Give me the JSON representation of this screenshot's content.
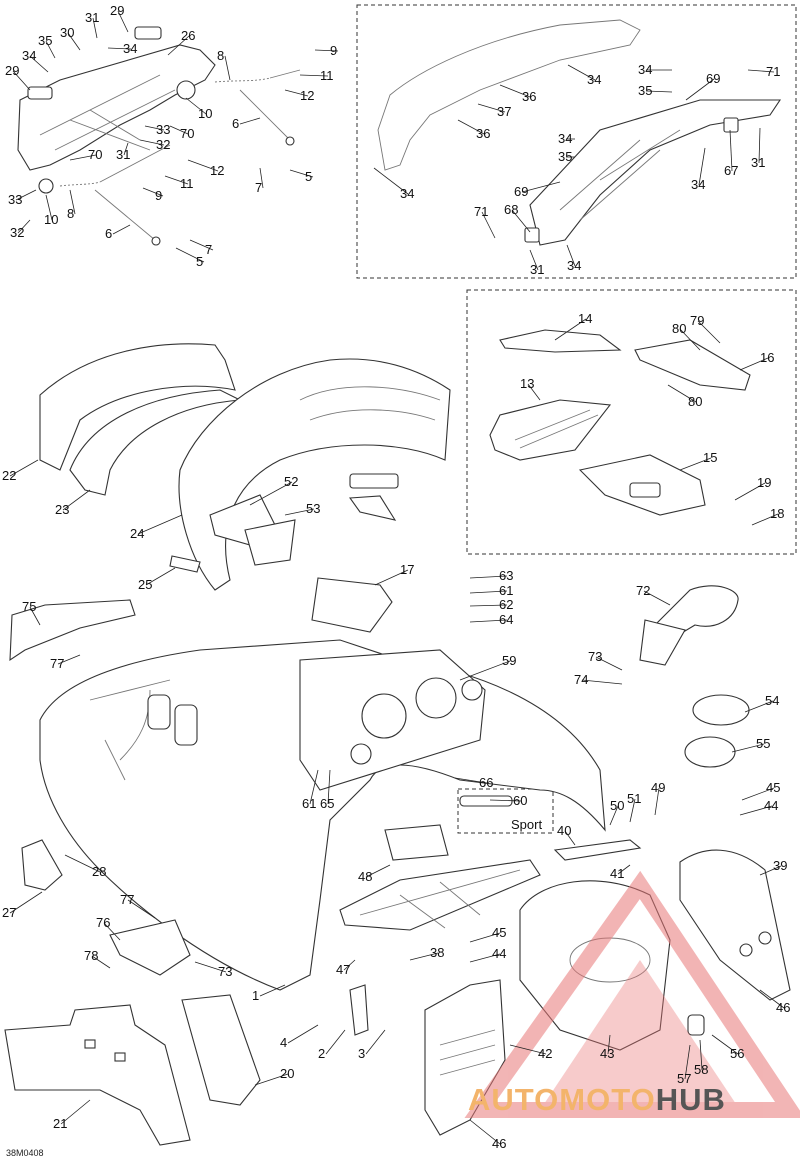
{
  "diagram_code": "38M0408",
  "watermark": {
    "part1": "AUTOMOTO",
    "part2": "HUB",
    "colors": {
      "triangle": "#e87878",
      "text1": "#f3b46b",
      "text2": "#555555"
    }
  },
  "sport_label": "Sport",
  "callouts": [
    {
      "id": "c29a",
      "text": "29"
    },
    {
      "id": "c31a",
      "text": "31"
    },
    {
      "id": "c30",
      "text": "30"
    },
    {
      "id": "c35a",
      "text": "35"
    },
    {
      "id": "c34a",
      "text": "34"
    },
    {
      "id": "c34b",
      "text": "34"
    },
    {
      "id": "c26",
      "text": "26"
    },
    {
      "id": "c8a",
      "text": "8"
    },
    {
      "id": "c9a",
      "text": "9"
    },
    {
      "id": "c11a",
      "text": "11"
    },
    {
      "id": "c12a",
      "text": "12"
    },
    {
      "id": "c29b",
      "text": "29"
    },
    {
      "id": "c10a",
      "text": "10"
    },
    {
      "id": "c70a",
      "text": "70"
    },
    {
      "id": "c6a",
      "text": "6"
    },
    {
      "id": "c33a",
      "text": "33"
    },
    {
      "id": "c32a",
      "text": "32"
    },
    {
      "id": "c31b",
      "text": "31"
    },
    {
      "id": "c70b",
      "text": "70"
    },
    {
      "id": "c12b",
      "text": "12"
    },
    {
      "id": "c11b",
      "text": "11"
    },
    {
      "id": "c9b",
      "text": "9"
    },
    {
      "id": "c5a",
      "text": "5"
    },
    {
      "id": "c7a",
      "text": "7"
    },
    {
      "id": "c33b",
      "text": "33"
    },
    {
      "id": "c10b",
      "text": "10"
    },
    {
      "id": "c8b",
      "text": "8"
    },
    {
      "id": "c32b",
      "text": "32"
    },
    {
      "id": "c6b",
      "text": "6"
    },
    {
      "id": "c7b",
      "text": "7"
    },
    {
      "id": "c5b",
      "text": "5"
    },
    {
      "id": "c34c",
      "text": "34"
    },
    {
      "id": "c36a",
      "text": "36"
    },
    {
      "id": "c37",
      "text": "37"
    },
    {
      "id": "c36b",
      "text": "36"
    },
    {
      "id": "c34d",
      "text": "34"
    },
    {
      "id": "c34e",
      "text": "34"
    },
    {
      "id": "c35b",
      "text": "35"
    },
    {
      "id": "c69a",
      "text": "69"
    },
    {
      "id": "c71a",
      "text": "71"
    },
    {
      "id": "c34f",
      "text": "34"
    },
    {
      "id": "c35c",
      "text": "35"
    },
    {
      "id": "c34g",
      "text": "34"
    },
    {
      "id": "c67",
      "text": "67"
    },
    {
      "id": "c31c",
      "text": "31"
    },
    {
      "id": "c69b",
      "text": "69"
    },
    {
      "id": "c34h",
      "text": "34"
    },
    {
      "id": "c71b",
      "text": "71"
    },
    {
      "id": "c68",
      "text": "68"
    },
    {
      "id": "c31d",
      "text": "31"
    },
    {
      "id": "c34i",
      "text": "34"
    },
    {
      "id": "c14",
      "text": "14"
    },
    {
      "id": "c80a",
      "text": "80"
    },
    {
      "id": "c79",
      "text": "79"
    },
    {
      "id": "c16",
      "text": "16"
    },
    {
      "id": "c13",
      "text": "13"
    },
    {
      "id": "c80b",
      "text": "80"
    },
    {
      "id": "c15",
      "text": "15"
    },
    {
      "id": "c19",
      "text": "19"
    },
    {
      "id": "c18",
      "text": "18"
    },
    {
      "id": "c22",
      "text": "22"
    },
    {
      "id": "c23",
      "text": "23"
    },
    {
      "id": "c52",
      "text": "52"
    },
    {
      "id": "c53",
      "text": "53"
    },
    {
      "id": "c24",
      "text": "24"
    },
    {
      "id": "c25",
      "text": "25"
    },
    {
      "id": "c17",
      "text": "17"
    },
    {
      "id": "c63",
      "text": "63"
    },
    {
      "id": "c61a",
      "text": "61"
    },
    {
      "id": "c62",
      "text": "62"
    },
    {
      "id": "c64",
      "text": "64"
    },
    {
      "id": "c72",
      "text": "72"
    },
    {
      "id": "c75",
      "text": "75"
    },
    {
      "id": "c77a",
      "text": "77"
    },
    {
      "id": "c59",
      "text": "59"
    },
    {
      "id": "c73a",
      "text": "73"
    },
    {
      "id": "c74",
      "text": "74"
    },
    {
      "id": "c54",
      "text": "54"
    },
    {
      "id": "c55",
      "text": "55"
    },
    {
      "id": "c66",
      "text": "66"
    },
    {
      "id": "c61b",
      "text": "61"
    },
    {
      "id": "c65",
      "text": "65"
    },
    {
      "id": "c60",
      "text": "60"
    },
    {
      "id": "c45a",
      "text": "45"
    },
    {
      "id": "c44a",
      "text": "44"
    },
    {
      "id": "c49",
      "text": "49"
    },
    {
      "id": "c51",
      "text": "51"
    },
    {
      "id": "c50",
      "text": "50"
    },
    {
      "id": "c40",
      "text": "40"
    },
    {
      "id": "c41",
      "text": "41"
    },
    {
      "id": "c39",
      "text": "39"
    },
    {
      "id": "c28",
      "text": "28"
    },
    {
      "id": "c27",
      "text": "27"
    },
    {
      "id": "c48",
      "text": "48"
    },
    {
      "id": "c77b",
      "text": "77"
    },
    {
      "id": "c76",
      "text": "76"
    },
    {
      "id": "c78",
      "text": "78"
    },
    {
      "id": "c73b",
      "text": "73"
    },
    {
      "id": "c47",
      "text": "47"
    },
    {
      "id": "c38",
      "text": "38"
    },
    {
      "id": "c45b",
      "text": "45"
    },
    {
      "id": "c44b",
      "text": "44"
    },
    {
      "id": "c1",
      "text": "1"
    },
    {
      "id": "c46a",
      "text": "46"
    },
    {
      "id": "c4",
      "text": "4"
    },
    {
      "id": "c2",
      "text": "2"
    },
    {
      "id": "c3",
      "text": "3"
    },
    {
      "id": "c20",
      "text": "20"
    },
    {
      "id": "c21",
      "text": "21"
    },
    {
      "id": "c42",
      "text": "42"
    },
    {
      "id": "c43",
      "text": "43"
    },
    {
      "id": "c56",
      "text": "56"
    },
    {
      "id": "c57",
      "text": "57"
    },
    {
      "id": "c58",
      "text": "58"
    },
    {
      "id": "c46b",
      "text": "46"
    }
  ]
}
